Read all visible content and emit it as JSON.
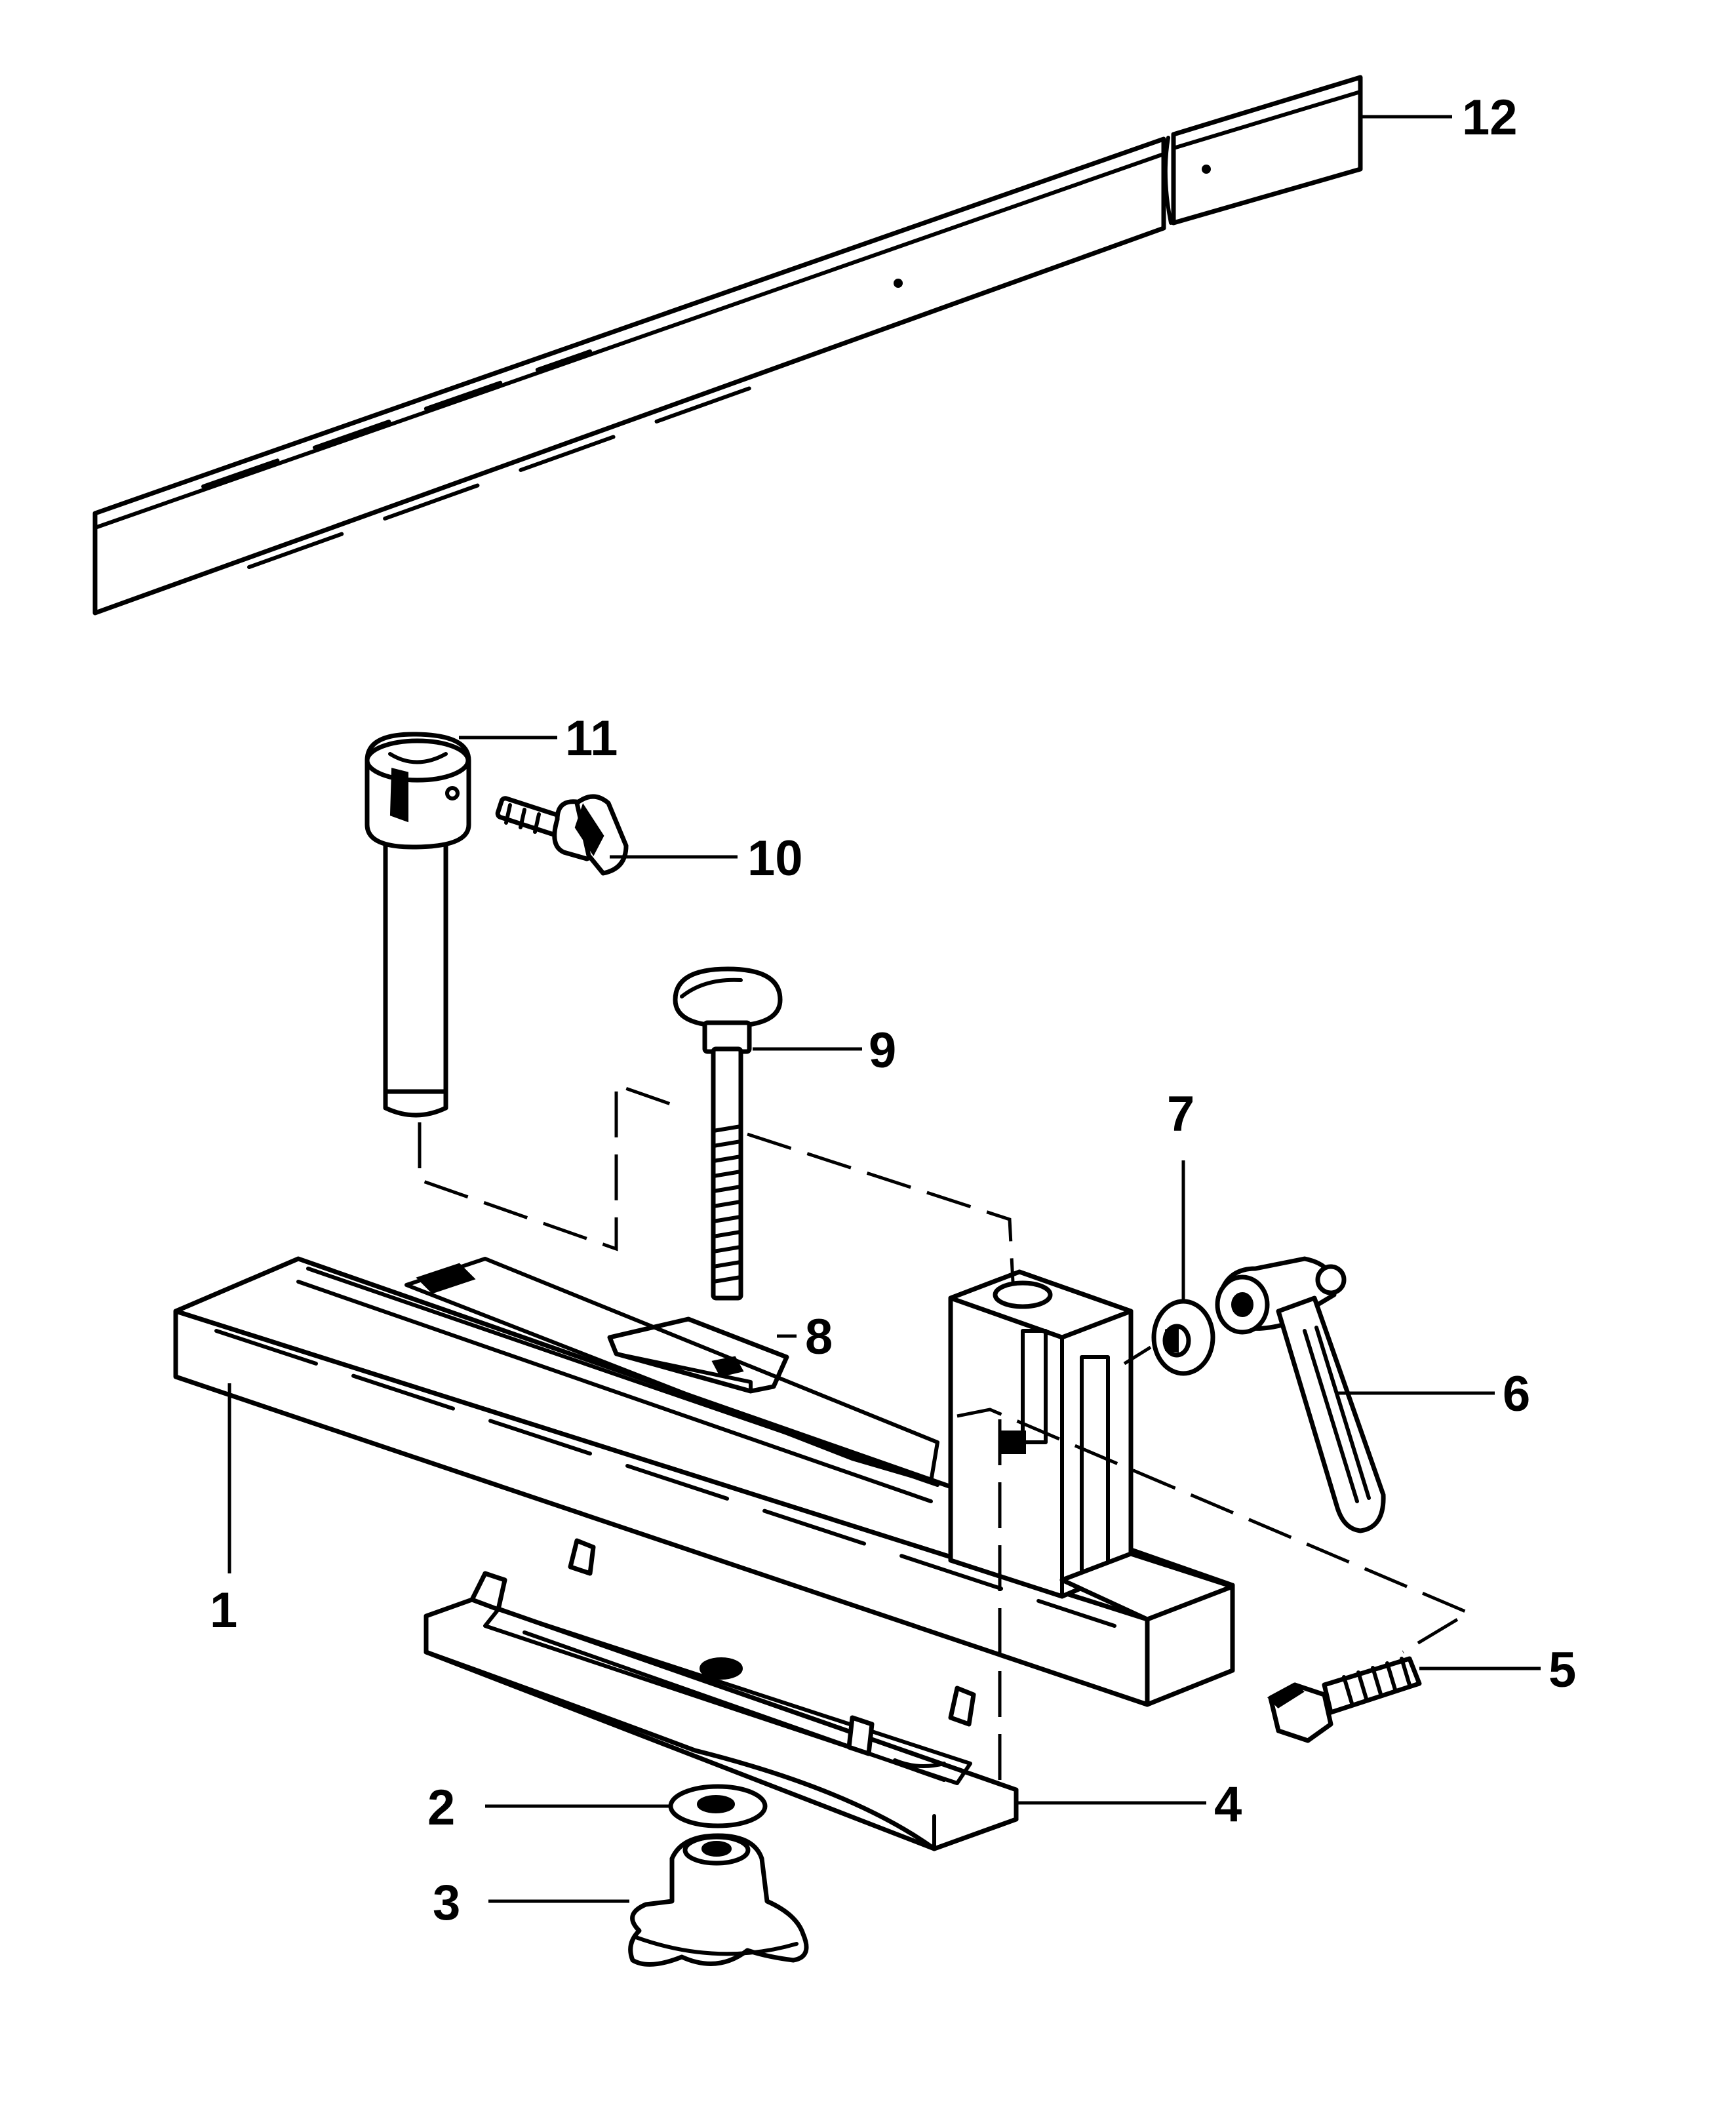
{
  "colors": {
    "ink": "#000000",
    "paper": "#ffffff"
  },
  "callouts": {
    "c1": "1",
    "c2": "2",
    "c3": "3",
    "c4": "4",
    "c5": "5",
    "c6": "6",
    "c7": "7",
    "c8": "8",
    "c9": "9",
    "c10": "10",
    "c11": "11",
    "c12": "12"
  }
}
